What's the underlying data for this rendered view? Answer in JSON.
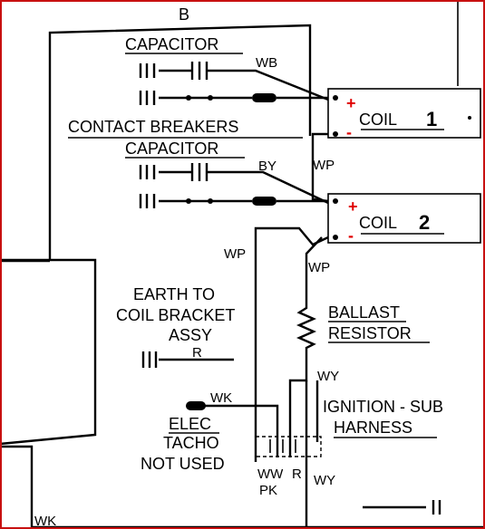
{
  "labels": {
    "b": "B",
    "capacitor_top": "CAPACITOR",
    "wb": "WB",
    "contact_breakers": "CONTACT  BREAKERS",
    "capacitor_mid": "CAPACITOR",
    "by": "BY",
    "wp_right": "WP",
    "wp_left": "WP",
    "wp_mid": "WP",
    "coil1": "COIL",
    "coil1_num": "1",
    "coil2": "COIL",
    "coil2_num": "2",
    "earth_1": "EARTH TO",
    "earth_2": "COIL BRACKET",
    "earth_3": "ASSY",
    "r": "R",
    "ballast_1": "BALLAST",
    "ballast_2": "RESISTOR",
    "wy_top": "WY",
    "wy_bottom": "WY",
    "ignition_1": "IGNITION - SUB",
    "ignition_2": "HARNESS",
    "wk_mid": "WK",
    "elec": "ELEC",
    "tacho": "TACHO",
    "not_used": "NOT USED",
    "ww": "WW",
    "r_bottom": "R",
    "pk": "PK",
    "wk_bottom": "WK",
    "plus": "+",
    "minus": "-"
  },
  "colors": {
    "ink": "#000000",
    "polarity": "#e00000",
    "frame": "#c81010"
  }
}
